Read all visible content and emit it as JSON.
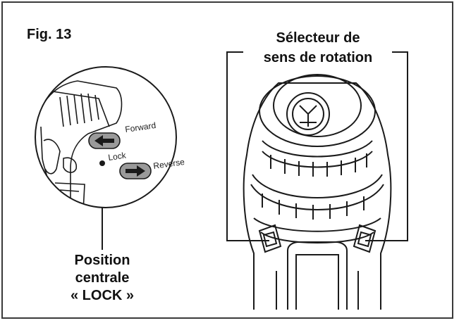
{
  "figure": {
    "title": "Fig. 13",
    "selector_label_line1": "Sélecteur de",
    "selector_label_line2": "sens de rotation",
    "position_label_line1": "Position",
    "position_label_line2": "centrale",
    "position_label_line3": "« LOCK »"
  },
  "inset": {
    "forward_label": "Forward",
    "lock_label": "Lock",
    "reverse_label": "Reverse"
  },
  "colors": {
    "line": "#1a1a1a",
    "button_fill": "#9a9a9a",
    "frame": "#3a3a3a"
  }
}
